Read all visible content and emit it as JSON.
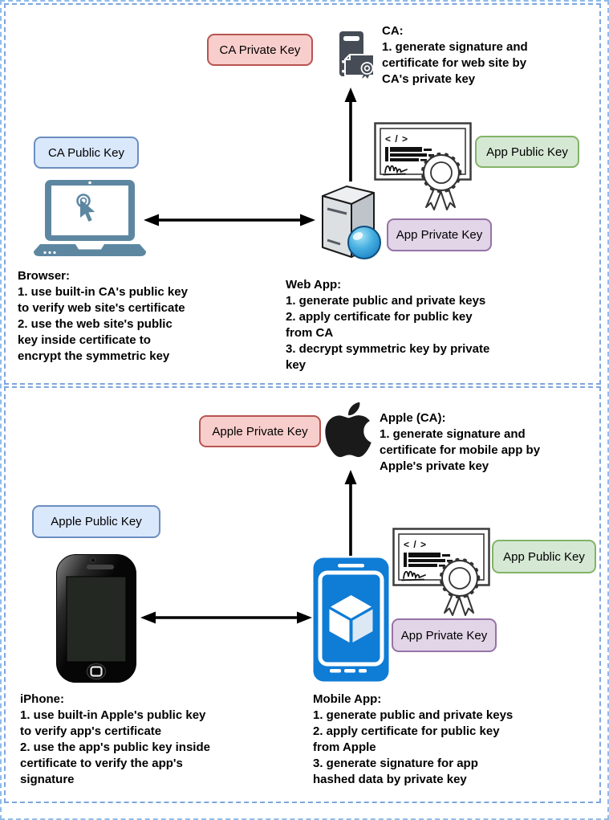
{
  "colors": {
    "panel_border": "#7EA6E0",
    "box_red_fill": "#F8CECC",
    "box_red_border": "#B85450",
    "box_blue_fill": "#DAE8FC",
    "box_blue_border": "#6C8EBF",
    "box_green_fill": "#D5E8D4",
    "box_green_border": "#82B366",
    "box_purple_fill": "#E1D5E7",
    "box_purple_border": "#9673A6",
    "laptop_blue": "#5D87A1",
    "app_icon_blue": "#0F7CD6",
    "arrow_black": "#000000"
  },
  "icons": {
    "ca_server": "server-certificate-icon",
    "browser": "laptop-cursor-icon",
    "web_app": "server-globe-icon",
    "certificate": "certificate-seal-icon",
    "apple": "apple-logo-icon",
    "iphone": "smartphone-icon",
    "mobile_app": "app-cube-icon"
  },
  "cert_code_glyph": "< / >",
  "top": {
    "ca_private_key_label": "CA Private Key",
    "ca_public_key_label": "CA Public Key",
    "app_public_key_label": "App Public Key",
    "app_private_key_label": "App Private Key",
    "ca_note": "CA:\n1. generate signature and\ncertificate for web site by\nCA's private key",
    "browser_note": "Browser:\n1. use built-in CA's public key\nto verify web site's certificate\n2. use the web site's public\nkey inside certificate to\nencrypt the symmetric key",
    "webapp_note": "Web App:\n1. generate public and private keys\n2. apply certificate for public key\nfrom CA\n3. decrypt symmetric key by private\nkey"
  },
  "bottom": {
    "apple_private_key_label": "Apple Private Key",
    "apple_public_key_label": "Apple Public Key",
    "app_public_key_label": "App Public Key",
    "app_private_key_label": "App Private Key",
    "apple_note": "Apple (CA):\n1. generate signature and\ncertificate for mobile app by\nApple's private key",
    "iphone_note": "iPhone:\n1. use built-in Apple's public key\nto verify app's certificate\n2. use the app's public key inside\ncertificate to verify the app's\nsignature",
    "mobileapp_note": "Mobile App:\n1. generate public and private keys\n2. apply certificate for public key\nfrom Apple\n3. generate signature for app\nhashed data by private key"
  }
}
